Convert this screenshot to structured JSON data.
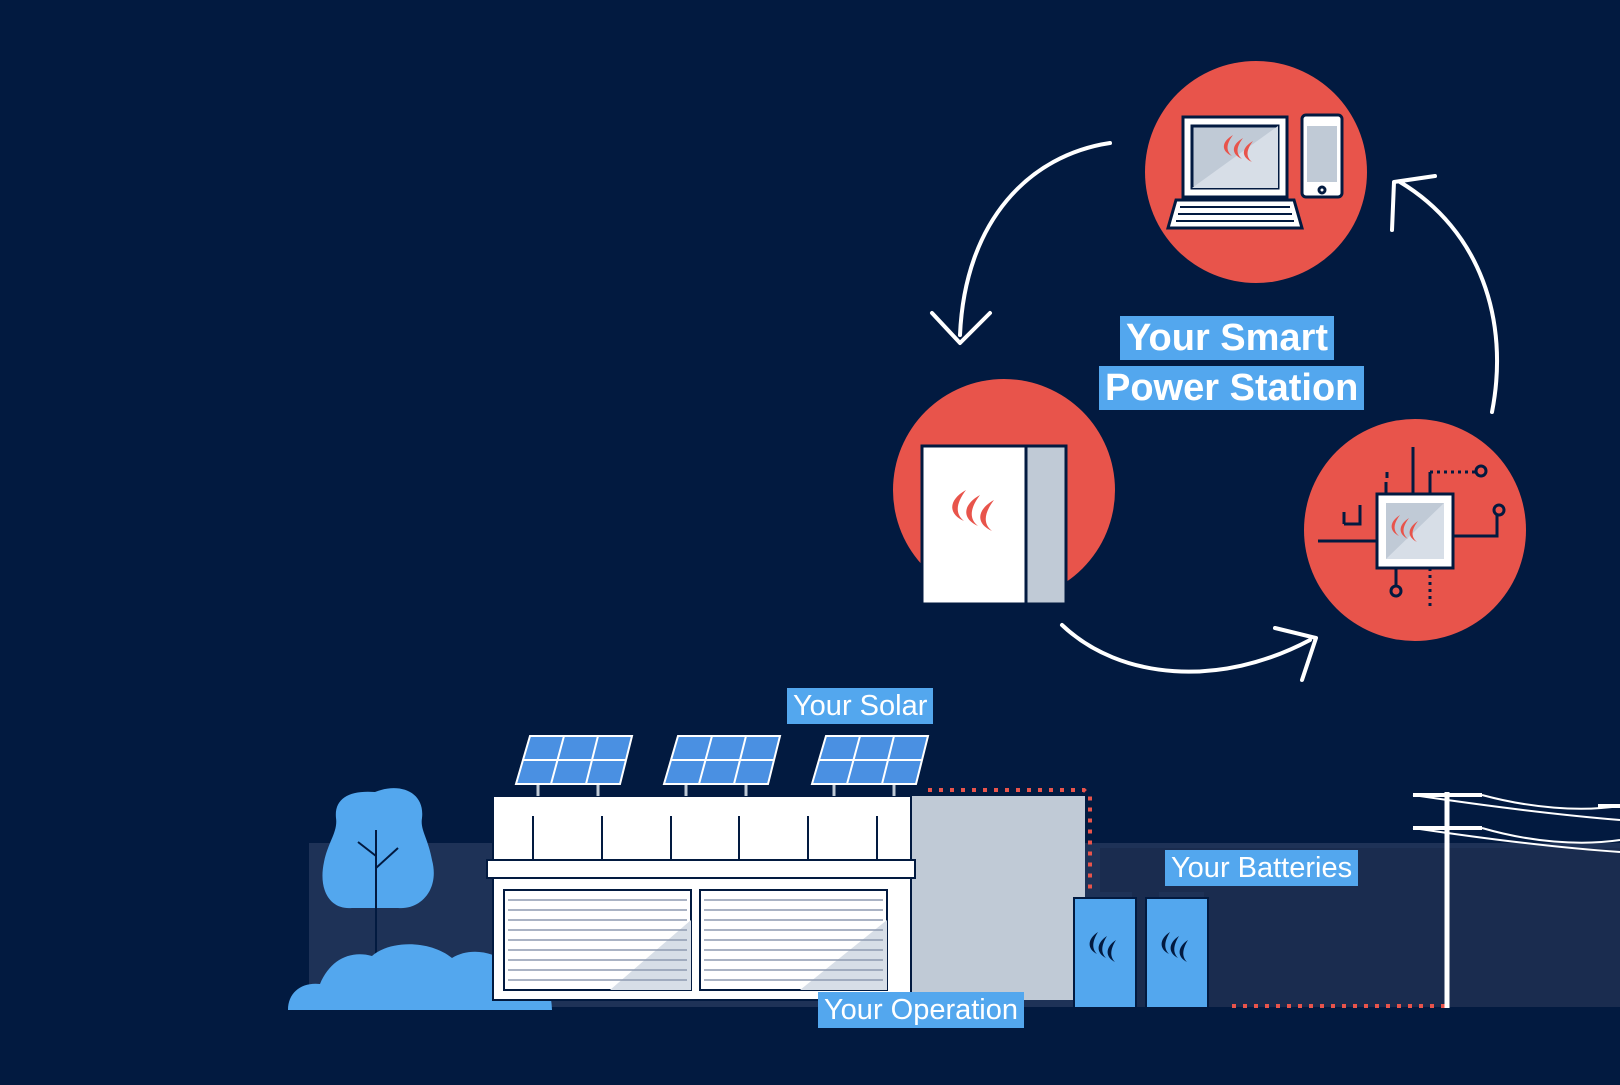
{
  "colors": {
    "background": "#021a40",
    "circle_red": "#e8544b",
    "label_blue": "#53a7ee",
    "panel_blue": "#4a90e2",
    "ground_band": "#1e3257",
    "building_white": "#ffffff",
    "building_grey": "#c0cad6",
    "dotted_line_red": "#e8544b"
  },
  "labels": {
    "smart_station_line1": "Your Smart",
    "smart_station_line2": "Power Station",
    "solar": "Your Solar",
    "batteries": "Your Batteries",
    "operation": "Your Operation"
  },
  "icons": {
    "top_circle": "laptop-and-phone-icon",
    "left_circle": "power-cabinet-icon",
    "right_circle": "circuit-chip-icon",
    "brand_mark": "flame-logo-icon",
    "tree": "tree-icon",
    "bush": "bush-icon",
    "utility_pole": "utility-pole-icon"
  }
}
